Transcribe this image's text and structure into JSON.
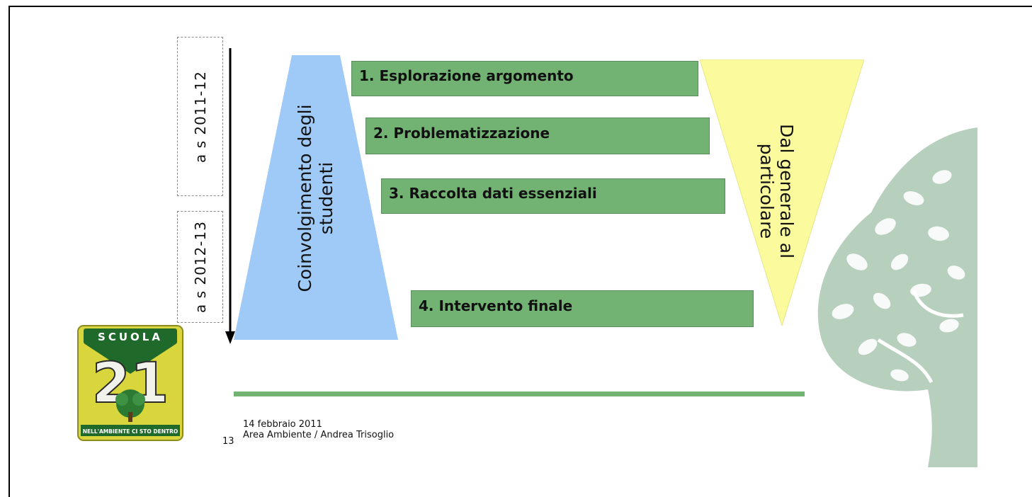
{
  "timeline": {
    "period_1": "a s   2011-12",
    "period_2": "a s 2012-13"
  },
  "pyramid_label_line1": "Coinvolgimento degli",
  "pyramid_label_line2": "studenti",
  "inverted_label_line1": "Dal generale al",
  "inverted_label_line2": "particolare",
  "steps": [
    {
      "label": "1. Esplorazione argomento"
    },
    {
      "label": "2. Problematizzazione"
    },
    {
      "label": "3. Raccolta dati essenziali"
    },
    {
      "label": "4. Intervento finale"
    }
  ],
  "footer": {
    "date": "14 febbraio 2011",
    "author": "Area Ambiente / Andrea Trisoglio",
    "page_number": "13"
  },
  "logo": {
    "title": "SCUOLA",
    "number": "21",
    "tagline": "NELL'AMBIENTE CI STO DENTRO"
  },
  "colors": {
    "step_green": "#72b374",
    "pyramid_blue": "#9fcaf7",
    "inverted_yellow": "#fbfb9e",
    "tree_green": "#b7cfbd",
    "logo_yellow": "#d8d63c",
    "logo_green": "#1f6a2a"
  }
}
